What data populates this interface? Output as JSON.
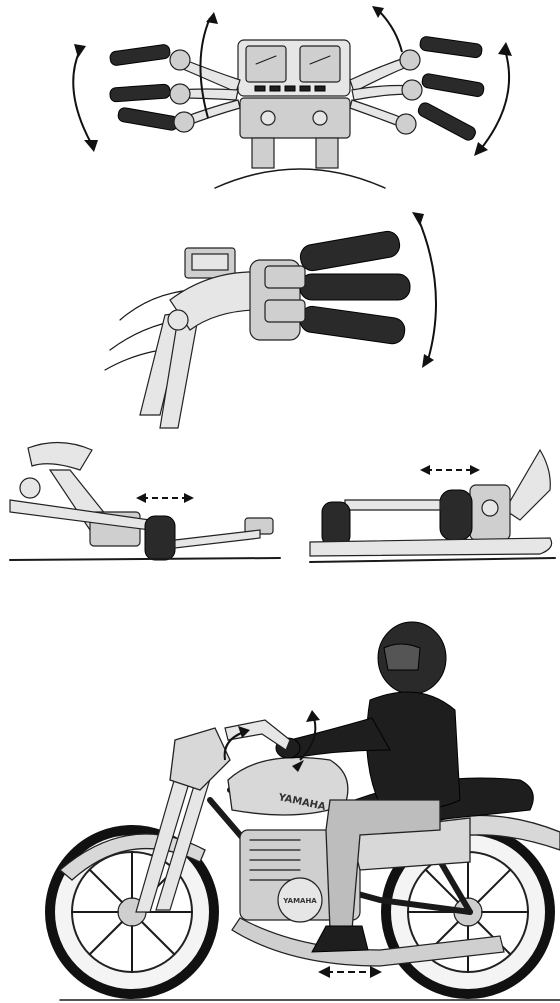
{
  "illustrations": [
    {
      "id": "handlebar-height-adjustment",
      "arrows": "rotation"
    },
    {
      "id": "lever-angle-adjustment",
      "arrows": "rotation"
    },
    {
      "id": "footpeg-position-adjustment",
      "arrows": "fore-aft"
    },
    {
      "id": "rider-on-motorcycle",
      "arrows": "fore-aft"
    }
  ],
  "branding": {
    "tank_logo": "YAMAHA",
    "engine_badge": "YAMAHA"
  },
  "icons": [
    "rotate-arrow-icon",
    "double-arrow-icon"
  ],
  "colors": {
    "ink": "#1a1a1a",
    "metal": "#cfcfcf",
    "rubber": "#2a2a2a"
  }
}
